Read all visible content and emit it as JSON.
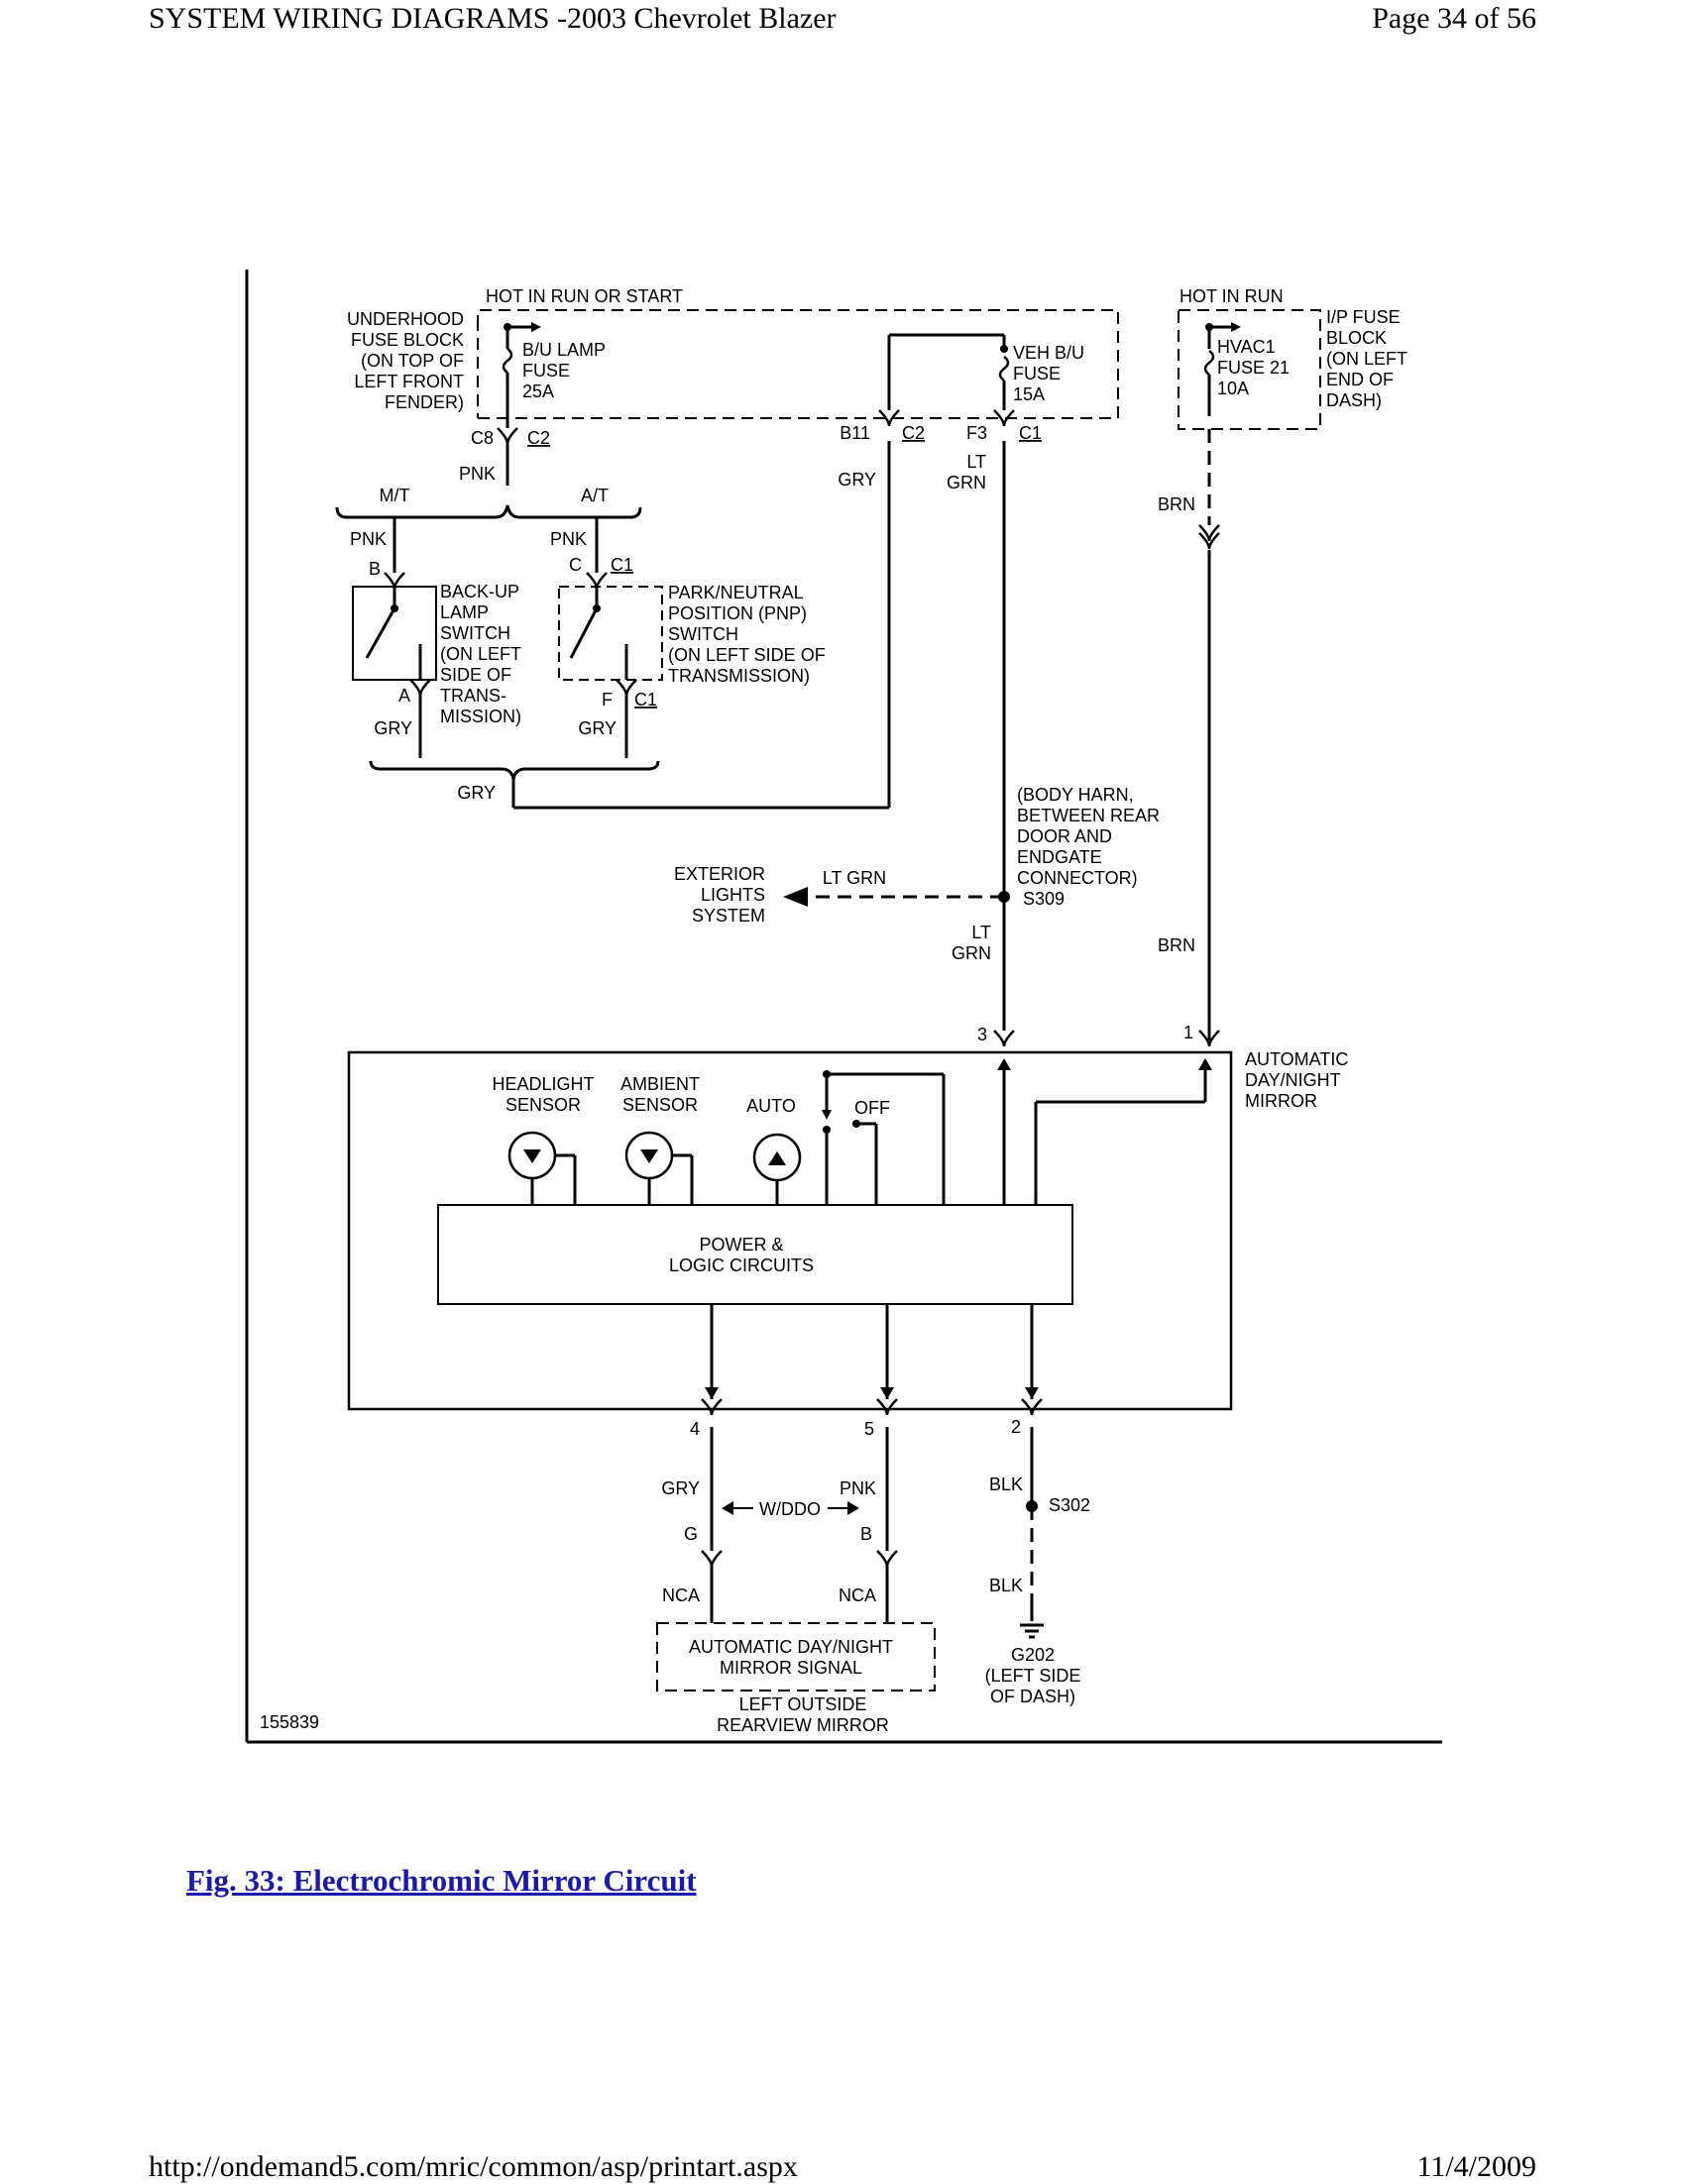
{
  "header": {
    "title": "SYSTEM WIRING DIAGRAMS -2003 Chevrolet Blazer",
    "page": "Page 34 of 56"
  },
  "footer": {
    "url": "http://ondemand5.com/mric/common/asp/printart.aspx",
    "date": "11/4/2009"
  },
  "caption": "Fig. 33: Electrochromic Mirror Circuit",
  "diagram": {
    "id": "155839",
    "hot_run_start": "HOT IN RUN OR START",
    "hot_run": "HOT IN RUN",
    "underhood_block": [
      "UNDERHOOD",
      "FUSE BLOCK",
      "(ON TOP OF",
      "LEFT FRONT",
      "FENDER)"
    ],
    "ip_block": [
      "I/P FUSE",
      "BLOCK",
      "(ON LEFT",
      "END OF",
      "DASH)"
    ],
    "bu_fuse": [
      "B/U LAMP",
      "FUSE",
      "25A"
    ],
    "veh_fuse": [
      "VEH B/U",
      "FUSE",
      "15A"
    ],
    "hvac_fuse": [
      "HVAC1",
      "FUSE 21",
      "10A"
    ],
    "c8": "C8",
    "c2": "C2",
    "b11": "B11",
    "c2b": "C2",
    "f3": "F3",
    "c1": "C1",
    "pnk": "PNK",
    "mt": "M/T",
    "at": "A/T",
    "pnk_mt": "PNK",
    "pnk_at": "PNK",
    "pin_b": "B",
    "pin_c": "C",
    "c1b": "C1",
    "backup_switch": [
      "BACK-UP",
      "LAMP",
      "SWITCH",
      "(ON LEFT",
      "SIDE OF",
      "TRANS-",
      "MISSION)"
    ],
    "pnp_switch": [
      "PARK/NEUTRAL",
      "POSITION (PNP)",
      "SWITCH",
      "(ON LEFT SIDE OF",
      "TRANSMISSION)"
    ],
    "pin_a": "A",
    "pin_f": "F",
    "c1c": "C1",
    "gry1": "GRY",
    "gry2": "GRY",
    "gry3": "GRY",
    "gry4": "GRY",
    "lt_grn_top": [
      "LT",
      "GRN"
    ],
    "brn1": "BRN",
    "brn2": "BRN",
    "body_harn": [
      "(BODY HARN,",
      "BETWEEN REAR",
      "DOOR AND",
      "ENDGATE",
      "CONNECTOR)"
    ],
    "s309": "S309",
    "ext_lights": [
      "EXTERIOR",
      "LIGHTS",
      "SYSTEM"
    ],
    "lt_grn_mid": "LT GRN",
    "lt_grn_bottom": [
      "LT",
      "GRN"
    ],
    "pin3": "3",
    "pin1": "1",
    "auto_mirror": [
      "AUTOMATIC",
      "DAY/NIGHT",
      "MIRROR"
    ],
    "headlight_sensor": [
      "HEADLIGHT",
      "SENSOR"
    ],
    "ambient_sensor": [
      "AMBIENT",
      "SENSOR"
    ],
    "auto": "AUTO",
    "off": "OFF",
    "logic": [
      "POWER &",
      "LOGIC CIRCUITS"
    ],
    "pin4": "4",
    "pin5": "5",
    "pin2": "2",
    "gry5": "GRY",
    "pnk2": "PNK",
    "wddo": "W/DDO",
    "pin_g": "G",
    "pin_bb": "B",
    "blk1": "BLK",
    "s302": "S302",
    "blk2": "BLK",
    "nca1": "NCA",
    "nca2": "NCA",
    "mirror_signal": [
      "AUTOMATIC DAY/NIGHT",
      "MIRROR SIGNAL"
    ],
    "left_mirror": [
      "LEFT OUTSIDE",
      "REARVIEW MIRROR"
    ],
    "g202": [
      "G202",
      "(LEFT SIDE",
      "OF DASH)"
    ]
  }
}
